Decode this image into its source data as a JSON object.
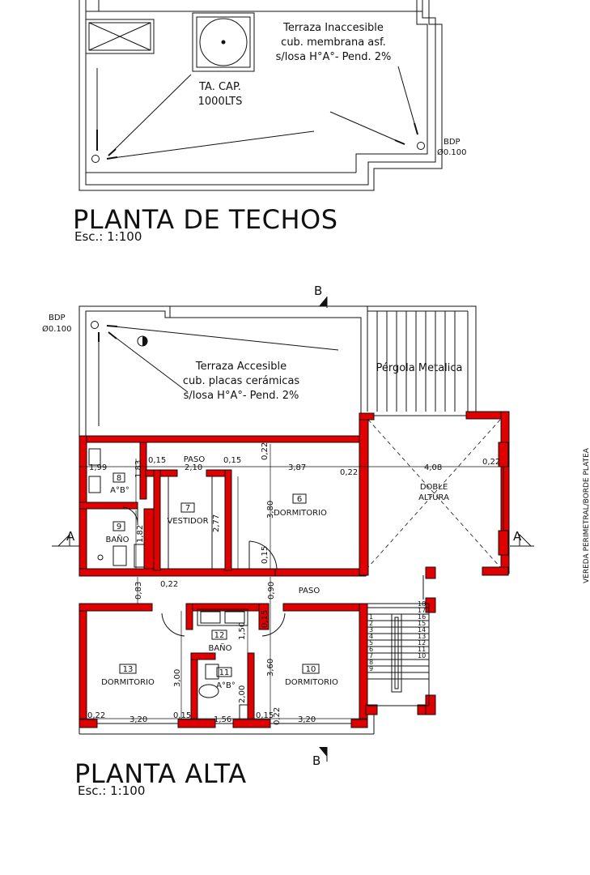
{
  "roof_plan": {
    "title": "PLANTA DE TECHOS",
    "scale": "Esc.: 1:100",
    "terrace_note": [
      "Terraza Inaccesible",
      "cub. membrana asf.",
      "s/losa H°A°- Pend. 2%"
    ],
    "tank_label": [
      "TA. CAP.",
      "1000LTS"
    ],
    "bdp_label": [
      "BDP",
      "Ø0.100"
    ]
  },
  "upper_plan": {
    "title": "PLANTA ALTA",
    "scale": "Esc.: 1:100",
    "terrace_note": [
      "Terraza Accesible",
      "cub. placas cerámicas",
      "s/losa H°A°- Pend. 2%"
    ],
    "pergola_label": "Pérgola Metalica",
    "bdp_label": [
      "BDP",
      "Ø0.100"
    ],
    "double_height": [
      "DOBLE",
      "ALTURA"
    ],
    "section_marks": {
      "a": "A",
      "b": "B"
    },
    "side_note": "VEREDA PERIMETRAL/BORDE PLATEA",
    "rooms": [
      {
        "num": "6",
        "name": "DORMITORIO"
      },
      {
        "num": "7",
        "name": "VESTIDOR"
      },
      {
        "num": "8",
        "name": "A°B°"
      },
      {
        "num": "9",
        "name": "BAÑO"
      },
      {
        "num": "10",
        "name": "DORMITORIO"
      },
      {
        "num": "11",
        "name": "A°B°"
      },
      {
        "num": "12",
        "name": "BAÑO"
      },
      {
        "num": "13",
        "name": "DORMITORIO"
      }
    ],
    "paso_labels": [
      "PASO",
      "PASO"
    ],
    "dimensions": {
      "d_199": "1,99",
      "d_015a": "0,15",
      "d_210": "2,10",
      "d_015b": "0,15",
      "d_022a": "0,22",
      "d_387": "3,87",
      "d_022b": "0,22",
      "d_408": "4,08",
      "d_022c": "0,22",
      "d_183": "1,83",
      "d_182": "1,82",
      "d_277": "2,77",
      "d_380": "3,80",
      "d_015c": "0,15",
      "d_083": "0,83",
      "d_022d": "0,22",
      "d_090": "0,90",
      "d_015d": "0,15",
      "d_150": "1,50",
      "d_300": "3,00",
      "d_200": "2,00",
      "d_360": "3,60",
      "d_022e": "0,22",
      "d_320a": "3,20",
      "d_015e": "0,15",
      "d_156": "1,56",
      "d_015f": "0,15",
      "d_022f": "0,22",
      "d_320b": "3,20"
    },
    "stairs_left": [
      "1",
      "2",
      "3",
      "4",
      "5",
      "6",
      "7",
      "8",
      "9"
    ],
    "stairs_right": [
      "18",
      "17",
      "16",
      "15",
      "14",
      "13",
      "12",
      "11",
      "10"
    ]
  }
}
